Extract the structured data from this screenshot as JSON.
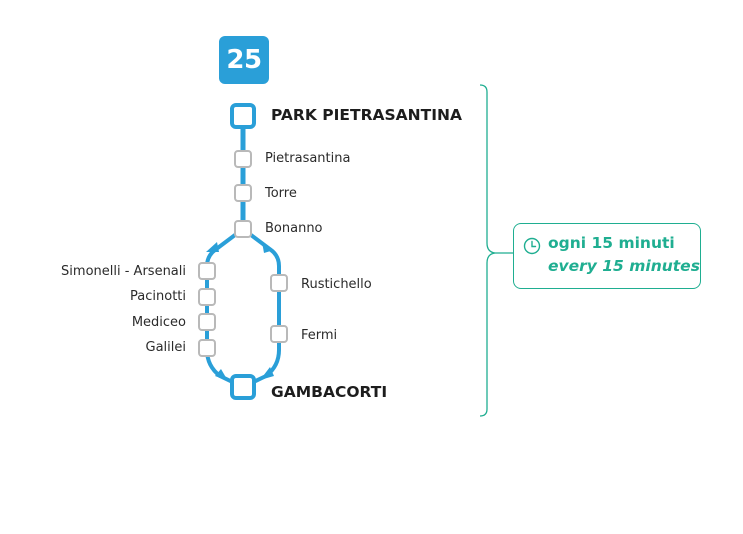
{
  "route": {
    "number": "25"
  },
  "stops": {
    "park_pietrasantina": "PARK PIETRASANTINA",
    "pietrasantina": "Pietrasantina",
    "torre": "Torre",
    "bonanno": "Bonanno",
    "simonelli_arsenali": "Simonelli - Arsenali",
    "pacinotti": "Pacinotti",
    "mediceo": "Mediceo",
    "galilei": "Galilei",
    "rustichello": "Rustichello",
    "fermi": "Fermi",
    "gambacorti": "GAMBACORTI"
  },
  "frequency": {
    "italian": "ogni 15 minuti",
    "english": "every 15 minutes",
    "icon": "clock-icon"
  },
  "colors": {
    "route_line": "#2a9fd8",
    "stop_fill": "#ffffff",
    "stop_border": "#b9b9b9",
    "frequency_accent": "#1fae91",
    "bracket": "#1fae91"
  }
}
